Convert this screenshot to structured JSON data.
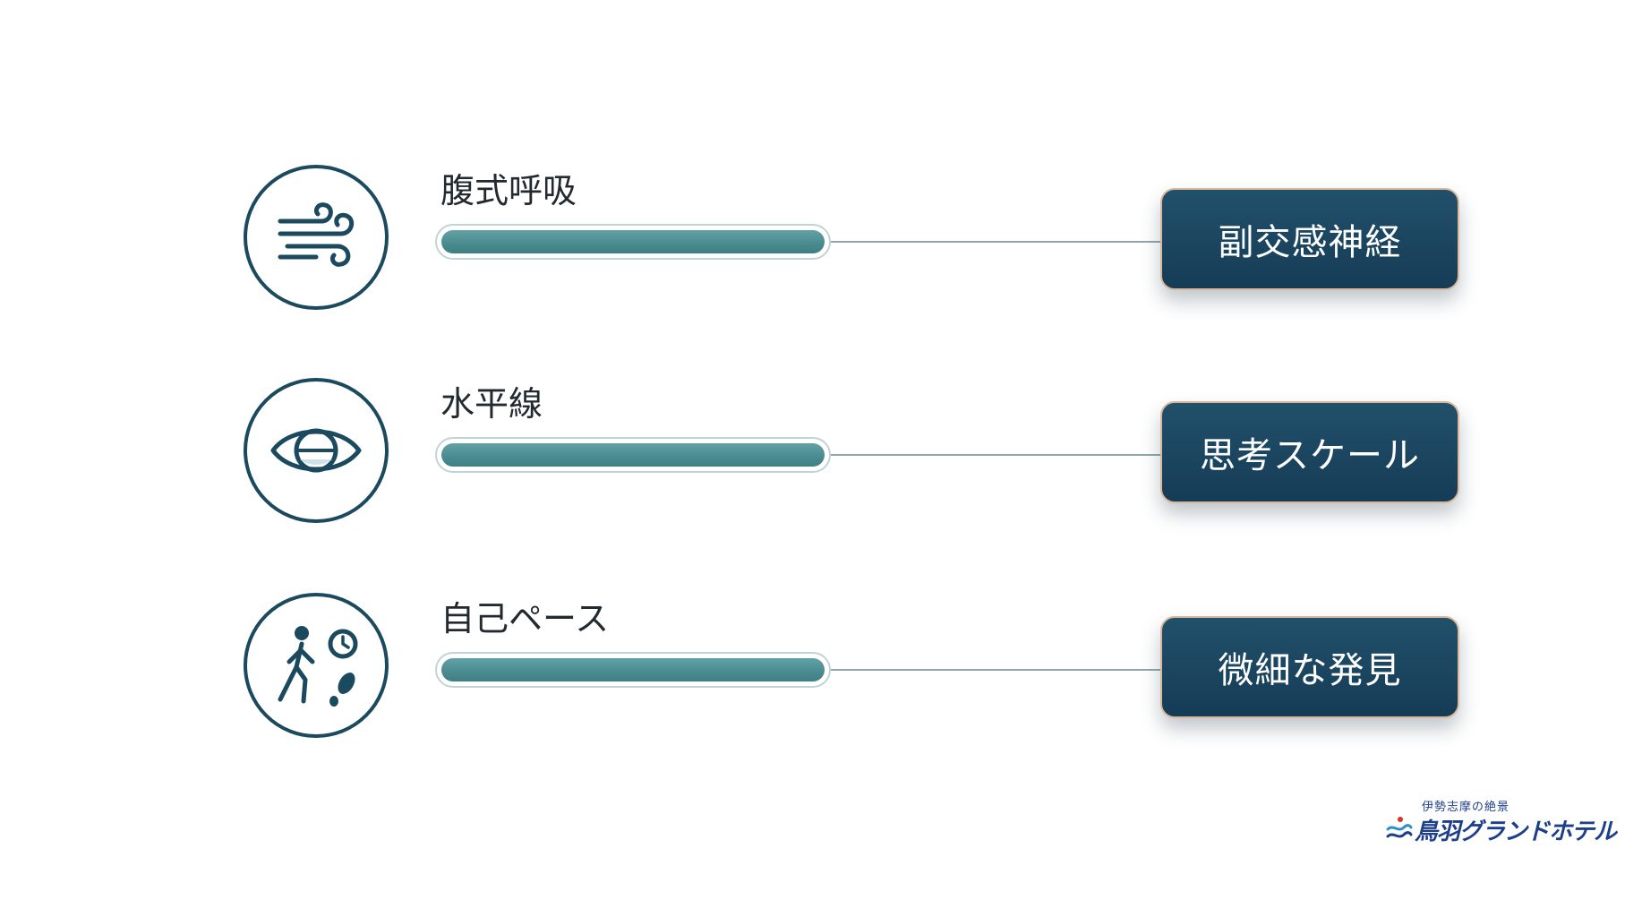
{
  "rows": [
    {
      "label": "腹式呼吸",
      "icon": "wind-icon",
      "result": "副交感神経",
      "level_percent": 100
    },
    {
      "label": "水平線",
      "icon": "eye-horizon-icon",
      "result": "思考スケール",
      "level_percent": 100
    },
    {
      "label": "自己ペース",
      "icon": "walking-person-clock-icon",
      "result": "微細な発見",
      "level_percent": 100
    }
  ],
  "logo": {
    "tagline": "伊勢志摩の絶景",
    "name": "鳥羽グランドホテル"
  },
  "colors": {
    "icon_stroke": "#1b4a5e",
    "bar_fill": "#4a8c90",
    "pill_background": "#163c56",
    "pill_border": "#d8b89a",
    "logo_blue": "#1d3f8a"
  }
}
